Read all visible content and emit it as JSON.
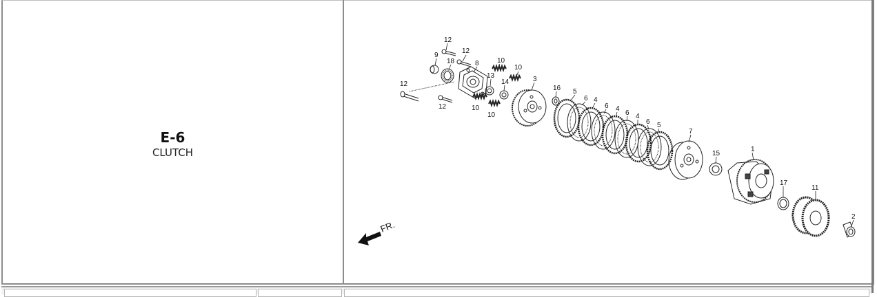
{
  "section": {
    "code": "E-6",
    "title": "CLUTCH"
  },
  "diagram": {
    "direction_label": "FR.",
    "callouts": {
      "c1": "1",
      "c2": "2",
      "c3": "3",
      "c4a": "4",
      "c4b": "4",
      "c4c": "4",
      "c5a": "5",
      "c5b": "5",
      "c6a": "6",
      "c6b": "6",
      "c6c": "6",
      "c6d": "6",
      "c7": "7",
      "c8": "8",
      "c9": "9",
      "c10a": "10",
      "c10b": "10",
      "c10c": "10",
      "c10d": "10",
      "c11": "11",
      "c12a": "12",
      "c12b": "12",
      "c12c": "12",
      "c12d": "12",
      "c13": "13",
      "c14": "14",
      "c15": "15",
      "c16": "16",
      "c17": "17",
      "c18": "18"
    }
  },
  "colors": {
    "border": "#8c8c8c",
    "line": "#222222"
  }
}
